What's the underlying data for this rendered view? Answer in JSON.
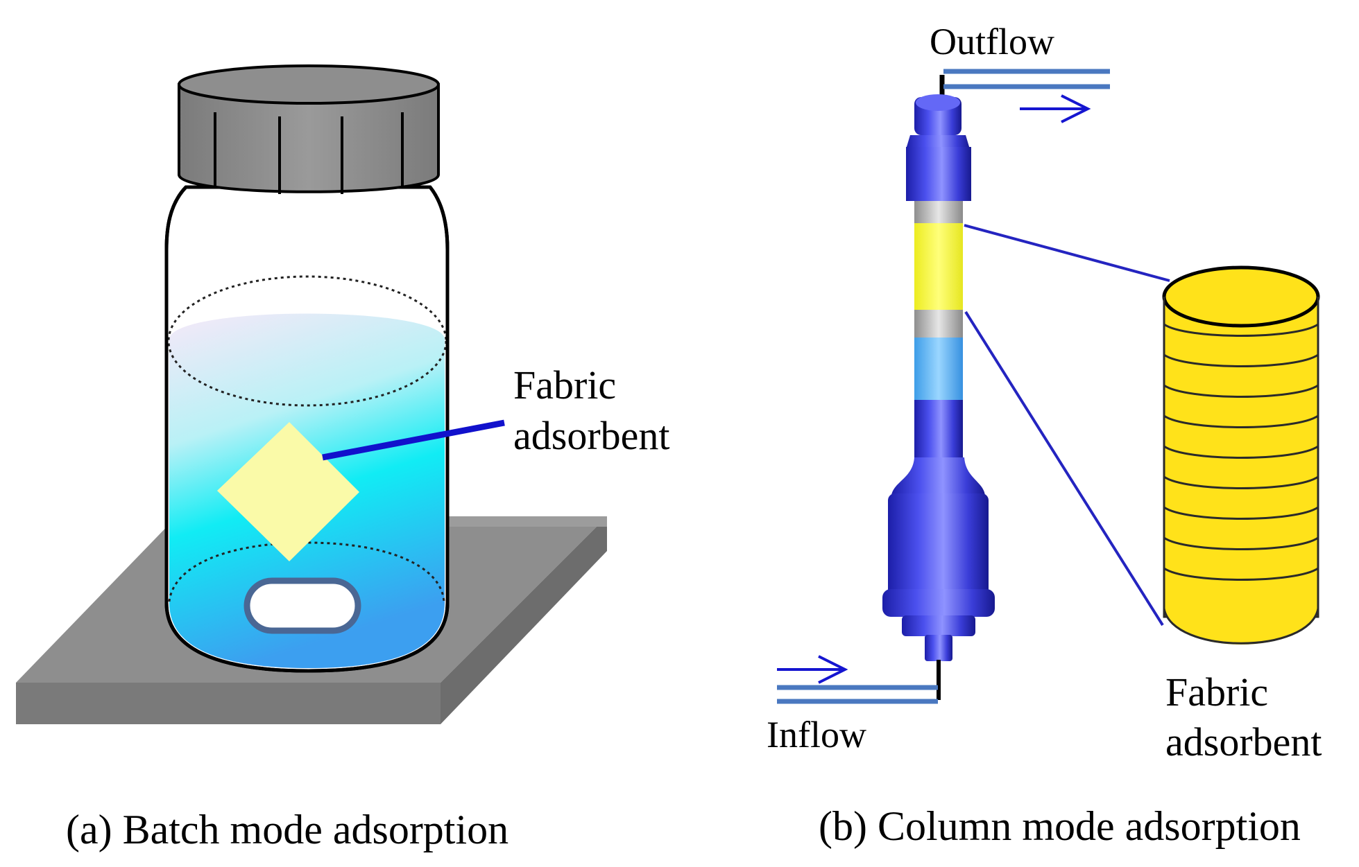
{
  "panel_a": {
    "caption": "(a) Batch mode adsorption",
    "label_line1": "Fabric",
    "label_line2": "adsorbent"
  },
  "panel_b": {
    "caption": "(b) Column mode adsorption",
    "outflow": "Outflow",
    "inflow": "Inflow",
    "label_line1": "Fabric",
    "label_line2": "adsorbent"
  },
  "colors": {
    "stir_plate": "#8c8c8c",
    "cap": "#8a8a8a",
    "liquid_top": "#f4e6f6",
    "liquid_bottom": "#3aa6f0",
    "liquid_mid": "#0fe8f2",
    "fabric_patch": "#fafaa8",
    "pointer_line": "#1111cc",
    "column_body": "#3b3fd6",
    "fabric_yellow": "#fff73a",
    "blue_section": "#5cb8f0",
    "pipe": "#4a78c0",
    "arrow": "#1515d0",
    "disc_yellow": "#ffe21a"
  }
}
